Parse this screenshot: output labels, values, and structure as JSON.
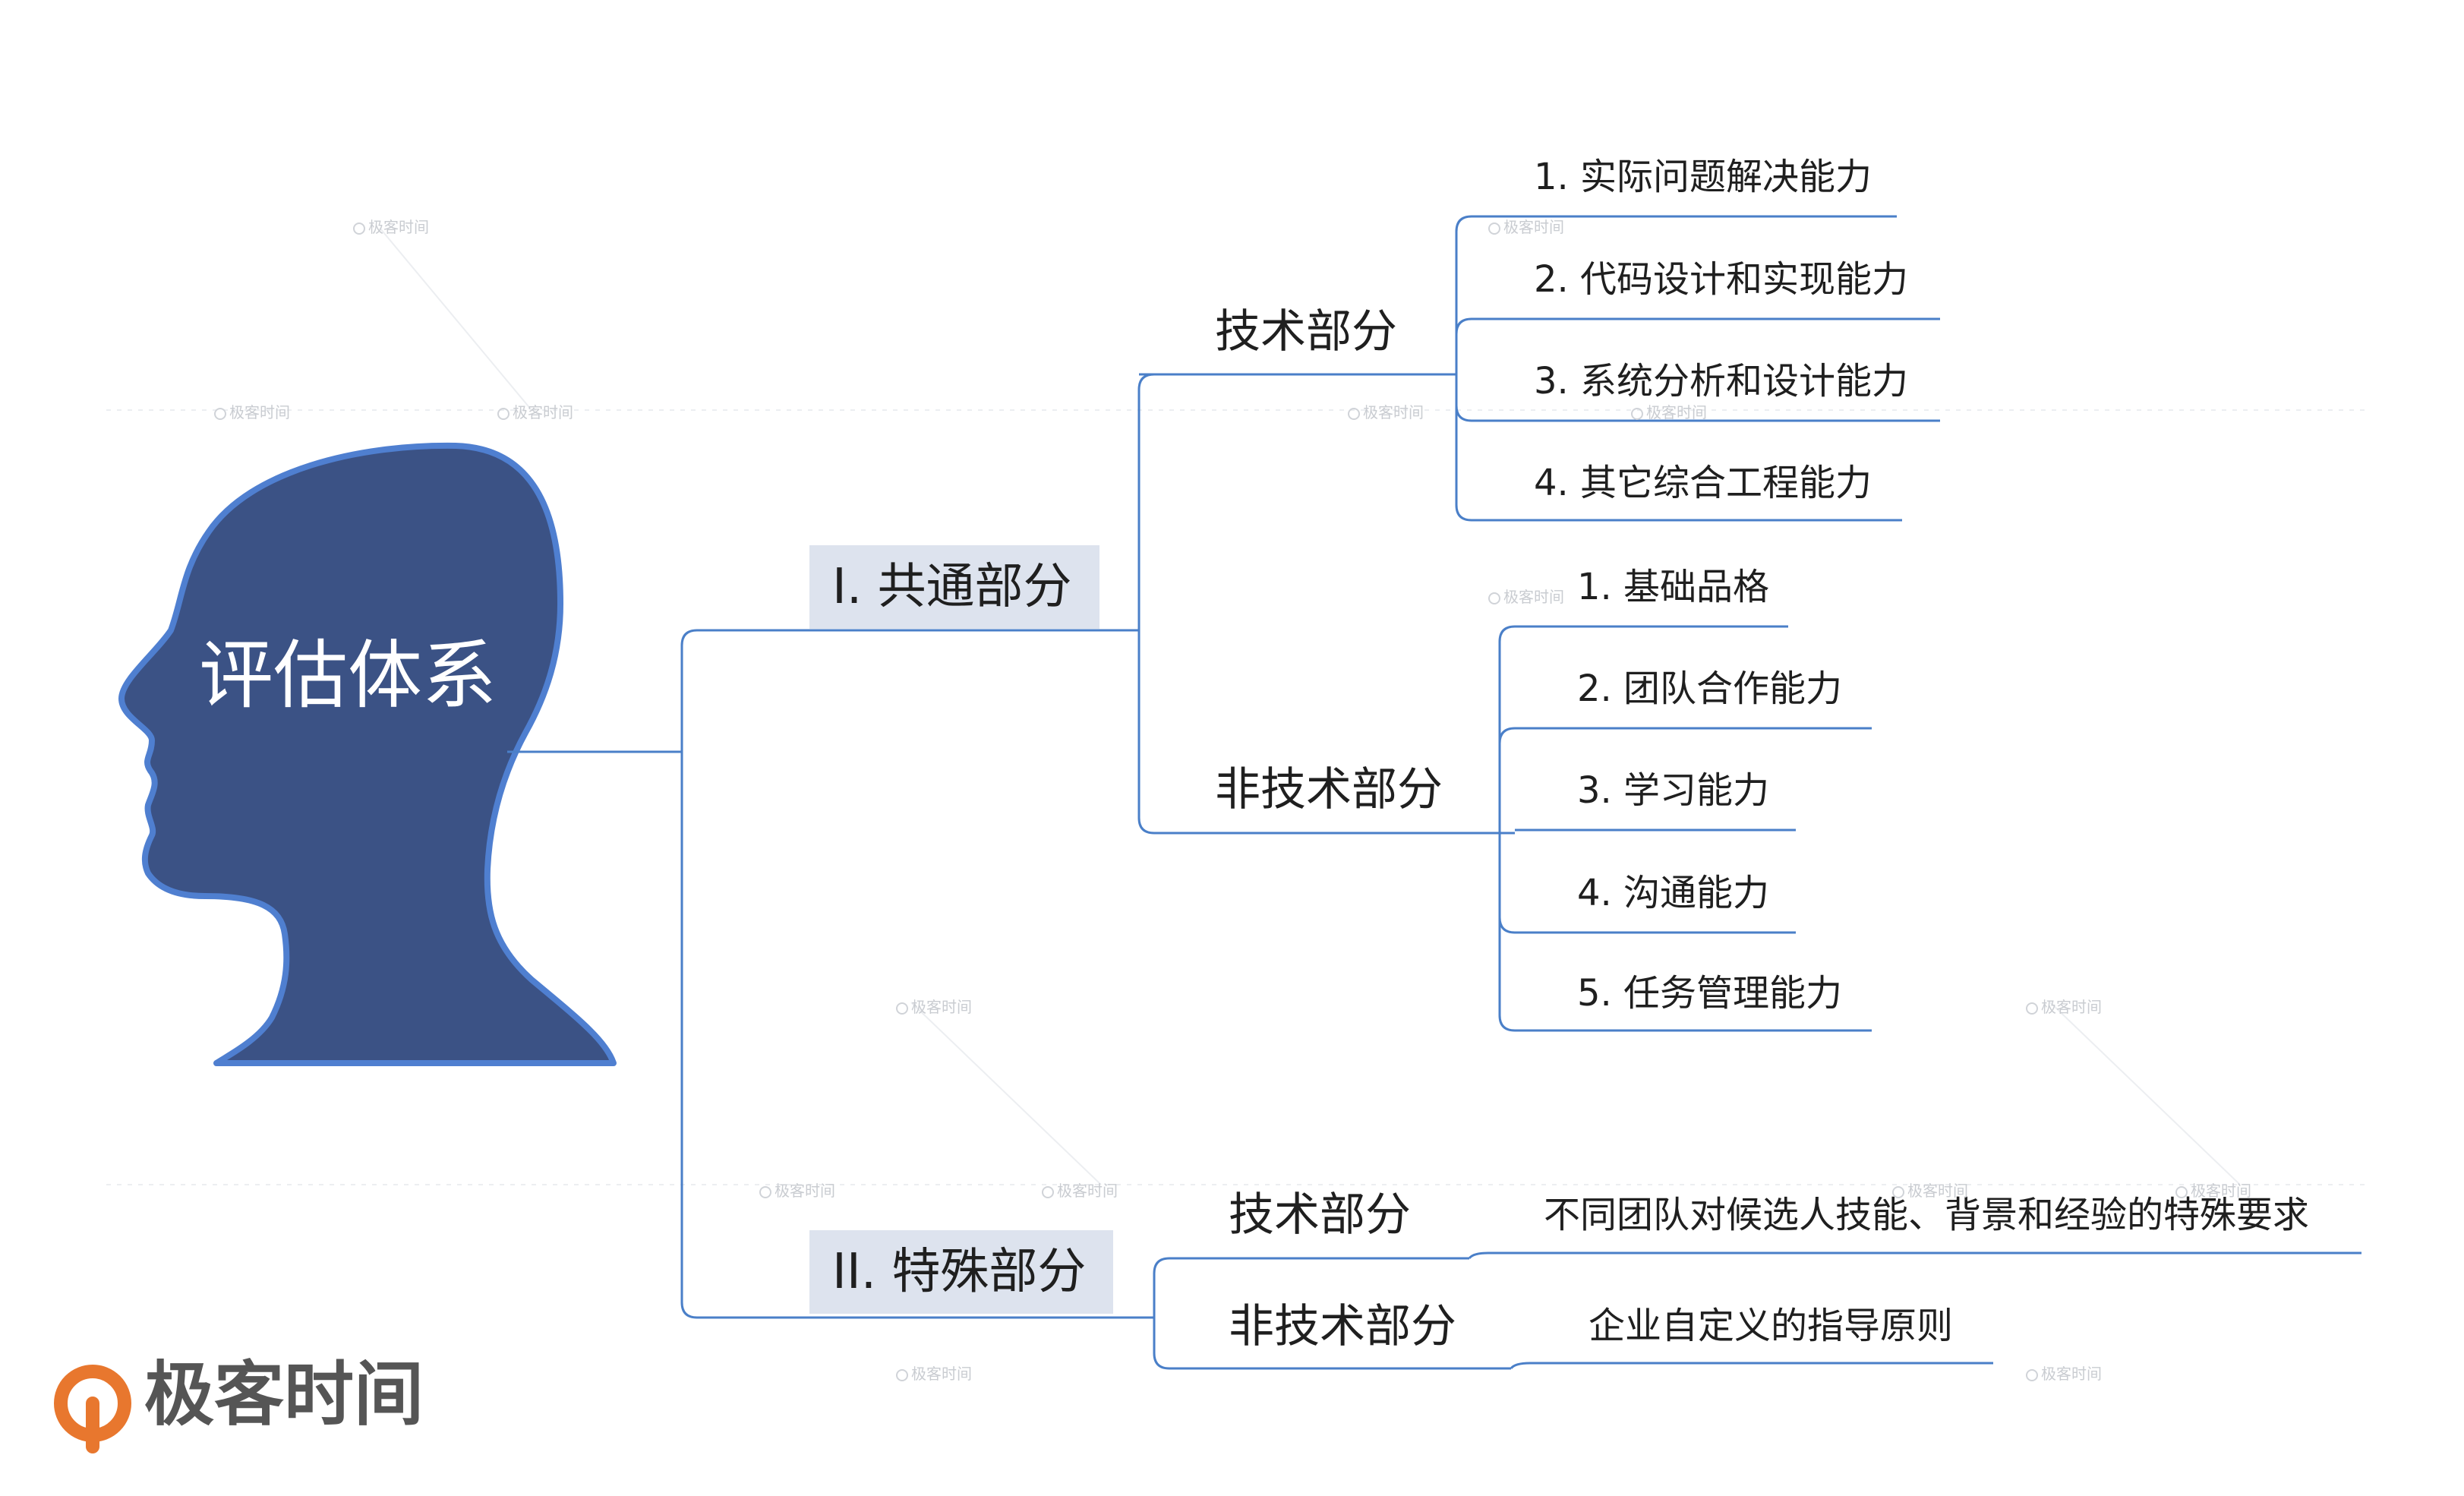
{
  "center": {
    "title": "评估体系",
    "head_fill": "#3b5285",
    "head_stroke": "#4f7fd0"
  },
  "branches": [
    {
      "label": "I. 共通部分",
      "children": [
        {
          "label": "技术部分",
          "items": [
            "1. 实际问题解决能力",
            "2. 代码设计和实现能力",
            "3. 系统分析和设计能力",
            "4. 其它综合工程能力"
          ]
        },
        {
          "label": "非技术部分",
          "items": [
            "1. 基础品格",
            "2. 团队合作能力",
            "3. 学习能力",
            "4. 沟通能力",
            "5. 任务管理能力"
          ]
        }
      ]
    },
    {
      "label": "II. 特殊部分",
      "children": [
        {
          "label": "技术部分",
          "items": [
            "不同团队对候选人技能、背景和经验的特殊要求"
          ]
        },
        {
          "label": "非技术部分",
          "items": [
            "企业自定义的指导原则"
          ]
        }
      ]
    }
  ],
  "brand": {
    "name": "极客时间",
    "logo_color": "#e8772e"
  },
  "watermark": "极客时间",
  "colors": {
    "connector": "#4a7fc8",
    "box": "#dde3ee"
  }
}
